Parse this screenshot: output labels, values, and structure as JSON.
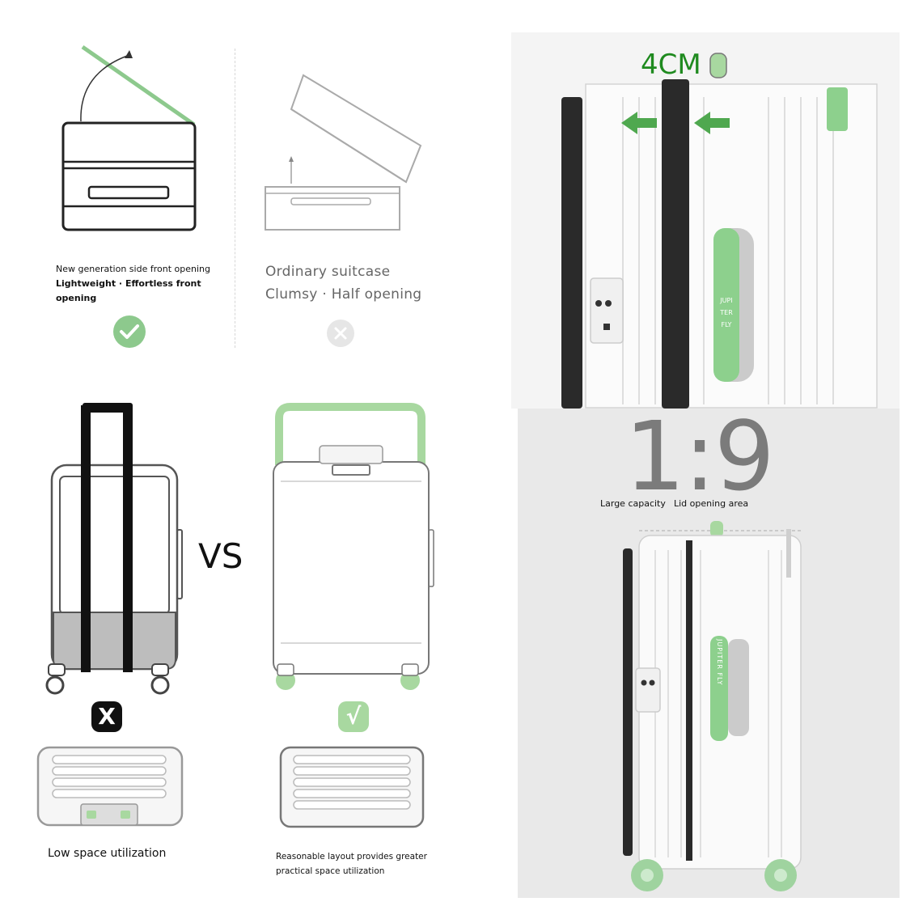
{
  "top_left": {
    "caption_line1": "New generation side front opening",
    "caption_line2": "Lightweight · Effortless front",
    "caption_line3": "opening",
    "check_icon": "check-circle-icon",
    "accent": "#8dc98d"
  },
  "top_middle": {
    "caption_line1": "Ordinary suitcase",
    "caption_line2": "Clumsy · Half opening",
    "cross_icon": "cross-circle-icon"
  },
  "comparison": {
    "vs_label": "VS",
    "bad_mark": "X",
    "good_mark": "√",
    "left_caption": "Low space utilization",
    "right_caption_line1": "Reasonable layout provides greater",
    "right_caption_line2": "practical space utilization"
  },
  "photo_top": {
    "width_label": "4CM",
    "handle_text_line1": "JUPI",
    "handle_text_line2": "TER",
    "handle_text_line3": "FLY",
    "accent_green": "#8dd08d",
    "arrow_green": "#4fa84f"
  },
  "photo_bottom": {
    "ratio": "1:9",
    "label_left": "Large capacity",
    "label_right": "Lid opening area",
    "handle_text": "JUPITER FLY"
  }
}
